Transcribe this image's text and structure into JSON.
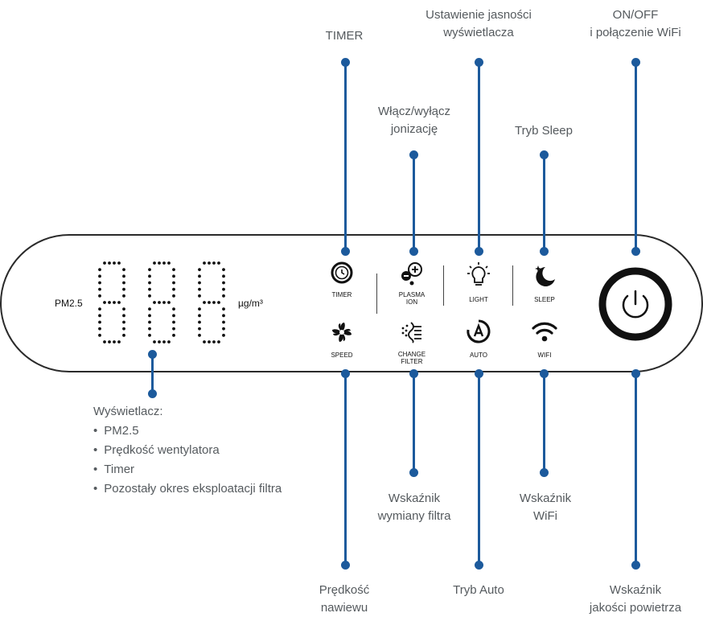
{
  "callouts": {
    "timer": "TIMER",
    "brightness": [
      "Ustawienie jasności",
      "wyświetlacza"
    ],
    "power": [
      "ON/OFF",
      "i połączenie WiFi"
    ],
    "ionization": [
      "Włącz/wyłącz",
      "jonizację"
    ],
    "sleep": "Tryb Sleep",
    "fan_speed": [
      "Prędkość",
      "nawiewu"
    ],
    "filter": [
      "Wskaźnik",
      "wymiany filtra"
    ],
    "wifi": [
      "Wskaźnik",
      "WiFi"
    ],
    "auto": "Tryb Auto",
    "air_quality": [
      "Wskaźnik",
      "jakości powietrza"
    ]
  },
  "display": {
    "heading": "Wyświetlacz:",
    "items": [
      "PM2.5",
      "Prędkość wentylatora",
      "Timer",
      "Pozostały okres eksploatacji filtra"
    ]
  },
  "panel": {
    "pm_label": "PM2.5",
    "unit_label": "µg/m³",
    "timer": "TIMER",
    "plasma": [
      "PLASMA",
      "ION"
    ],
    "light": "LIGHT",
    "sleep": "SLEEP",
    "speed": "SPEED",
    "change_filter": [
      "CHANGE",
      "FILTER"
    ],
    "auto": "AUTO",
    "wifi": "WIFI"
  },
  "colors": {
    "callout": "#1c5a9c",
    "text": "#555a5e",
    "panel_border": "#2a2a2a"
  },
  "icons": [
    "timer-icon",
    "plasma-ion-icon",
    "light-icon",
    "sleep-icon",
    "power-icon",
    "fan-speed-icon",
    "change-filter-icon",
    "auto-icon",
    "wifi-icon"
  ]
}
